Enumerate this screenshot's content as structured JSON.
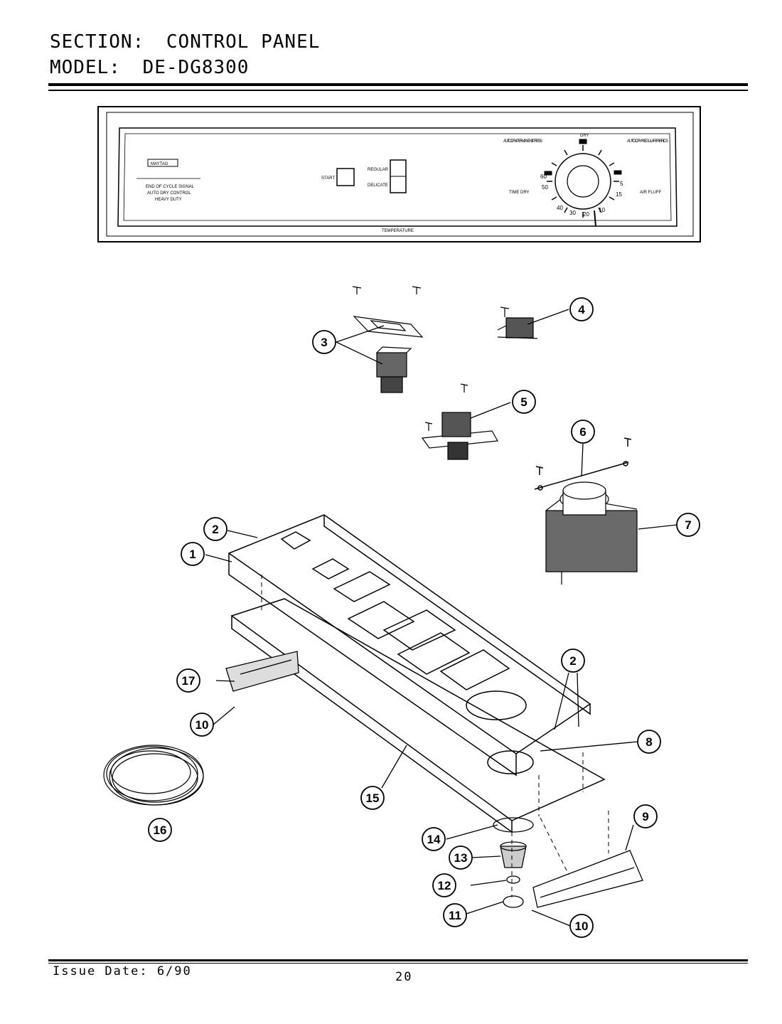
{
  "header": {
    "section_label": "SECTION:",
    "section_value": "CONTROL PANEL",
    "model_label": "MODEL:",
    "model_value": "DE-DG8300"
  },
  "panel": {
    "brand": "MAYTAG",
    "features": [
      "END OF CYCLE SIGNAL",
      "AUTO DRY CONTROL",
      "HEAVY DUTY"
    ],
    "start_label": "START",
    "regular_label": "REGULAR",
    "delicate_label": "DELICATE",
    "temperature_label": "TEMPERATURE",
    "timer_labels": {
      "auto_dry_permanent_press": "AUTO DRY PERMANENT PRESS",
      "auto_dry_regular_fabrics": "AUTO DRY REGULAR FABRICS",
      "time_dry": "TIME DRY",
      "air_fluff": "AIR FLUFF",
      "dry": "DRY"
    },
    "dial_numbers": [
      "60",
      "50",
      "40",
      "30",
      "20",
      "10",
      "5",
      "15"
    ]
  },
  "callouts": [
    "1",
    "2",
    "3",
    "4",
    "5",
    "6",
    "7",
    "8",
    "9",
    "10",
    "11",
    "12",
    "13",
    "14",
    "15",
    "16",
    "17"
  ],
  "footer": {
    "issue_date": "Issue Date: 6/90",
    "page_number": "20"
  },
  "colors": {
    "ink": "#000000",
    "paper": "#ffffff"
  }
}
